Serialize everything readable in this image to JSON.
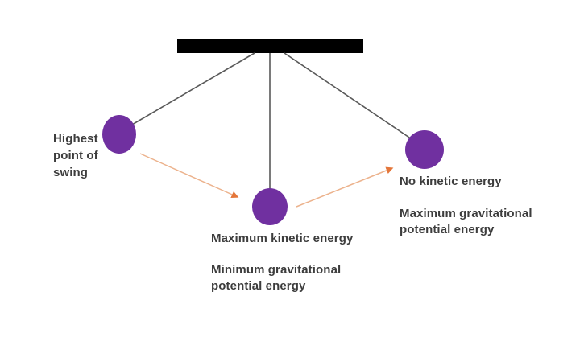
{
  "colors": {
    "background": "#ffffff",
    "bar": "#000000",
    "string": "#595959",
    "bob": "#7030a0",
    "arrow_line": "#ecb28c",
    "arrow_head": "#e4763a",
    "text": "#3d3d3d"
  },
  "labels": {
    "highest_point": "Highest\npoint of\nswing",
    "max_kinetic": "Maximum kinetic energy",
    "min_gravitational": "Minimum gravitational\npotential energy",
    "no_kinetic": "No kinetic energy",
    "max_gravitational": "Maximum gravitational\npotential energy"
  }
}
